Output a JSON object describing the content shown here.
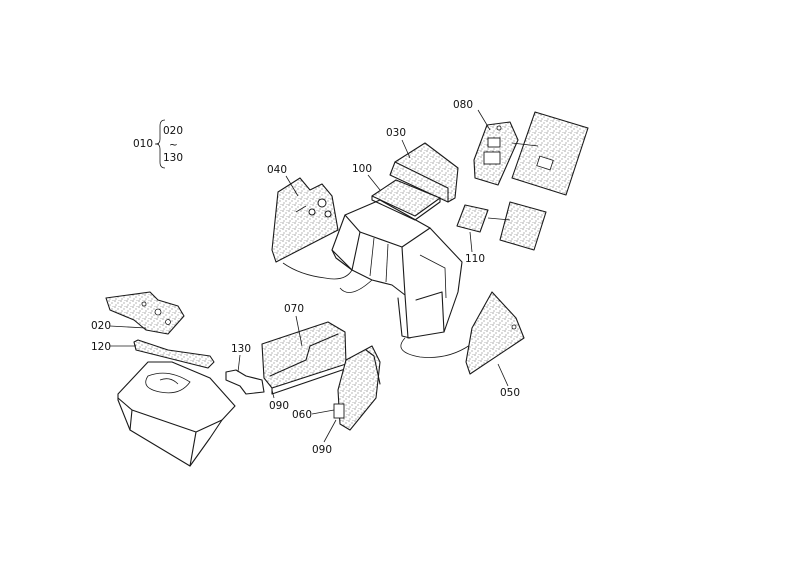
{
  "colors": {
    "ink": "#1a1a1a",
    "background": "#ffffff"
  },
  "legend": {
    "assembly": "010",
    "from": "020",
    "tilde": "~",
    "to": "130"
  },
  "callouts": {
    "p020": "020",
    "p030": "030",
    "p040": "040",
    "p050": "050",
    "p060": "060",
    "p070": "070",
    "p080": "080",
    "p090a": "090",
    "p090b": "090",
    "p100": "100",
    "p110": "110",
    "p120": "120",
    "p130": "130"
  }
}
